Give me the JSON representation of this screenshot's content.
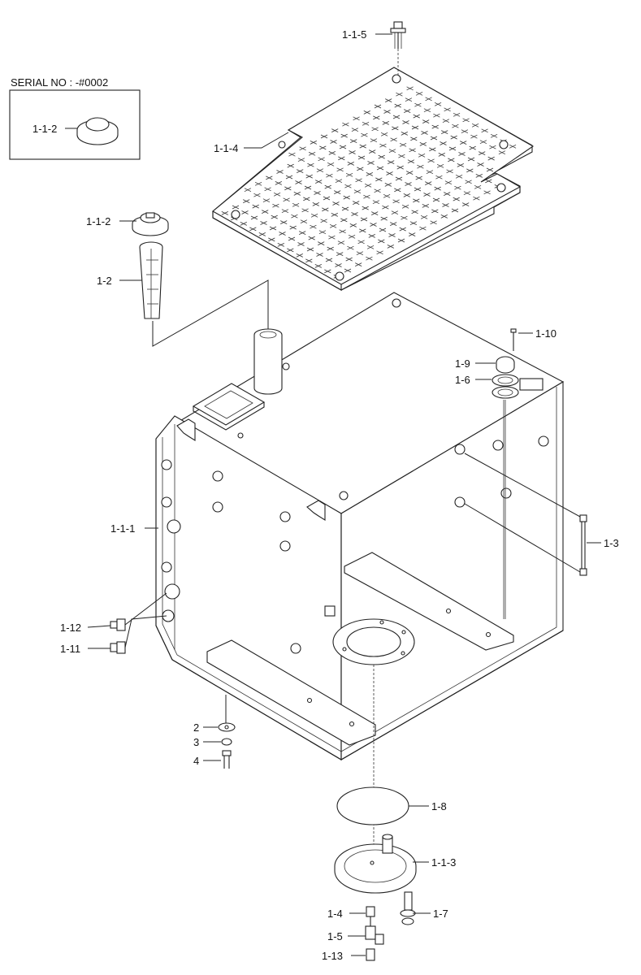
{
  "serial_box": {
    "title": "SERIAL NO : -#0002",
    "part_label": "1-1-2"
  },
  "callouts": [
    {
      "id": "1-1-5",
      "label": "1-1-5"
    },
    {
      "id": "1-1-4",
      "label": "1-1-4"
    },
    {
      "id": "1-1-2",
      "label": "1-1-2"
    },
    {
      "id": "1-2",
      "label": "1-2"
    },
    {
      "id": "1-10",
      "label": "1-10"
    },
    {
      "id": "1-9",
      "label": "1-9"
    },
    {
      "id": "1-6",
      "label": "1-6"
    },
    {
      "id": "1-1-1",
      "label": "1-1-1"
    },
    {
      "id": "1-3",
      "label": "1-3"
    },
    {
      "id": "1-12",
      "label": "1-12"
    },
    {
      "id": "1-11",
      "label": "1-11"
    },
    {
      "id": "2",
      "label": "2"
    },
    {
      "id": "3",
      "label": "3"
    },
    {
      "id": "4",
      "label": "4"
    },
    {
      "id": "1-8",
      "label": "1-8"
    },
    {
      "id": "1-1-3",
      "label": "1-1-3"
    },
    {
      "id": "1-4",
      "label": "1-4"
    },
    {
      "id": "1-7",
      "label": "1-7"
    },
    {
      "id": "1-5",
      "label": "1-5"
    },
    {
      "id": "1-13",
      "label": "1-13"
    }
  ]
}
